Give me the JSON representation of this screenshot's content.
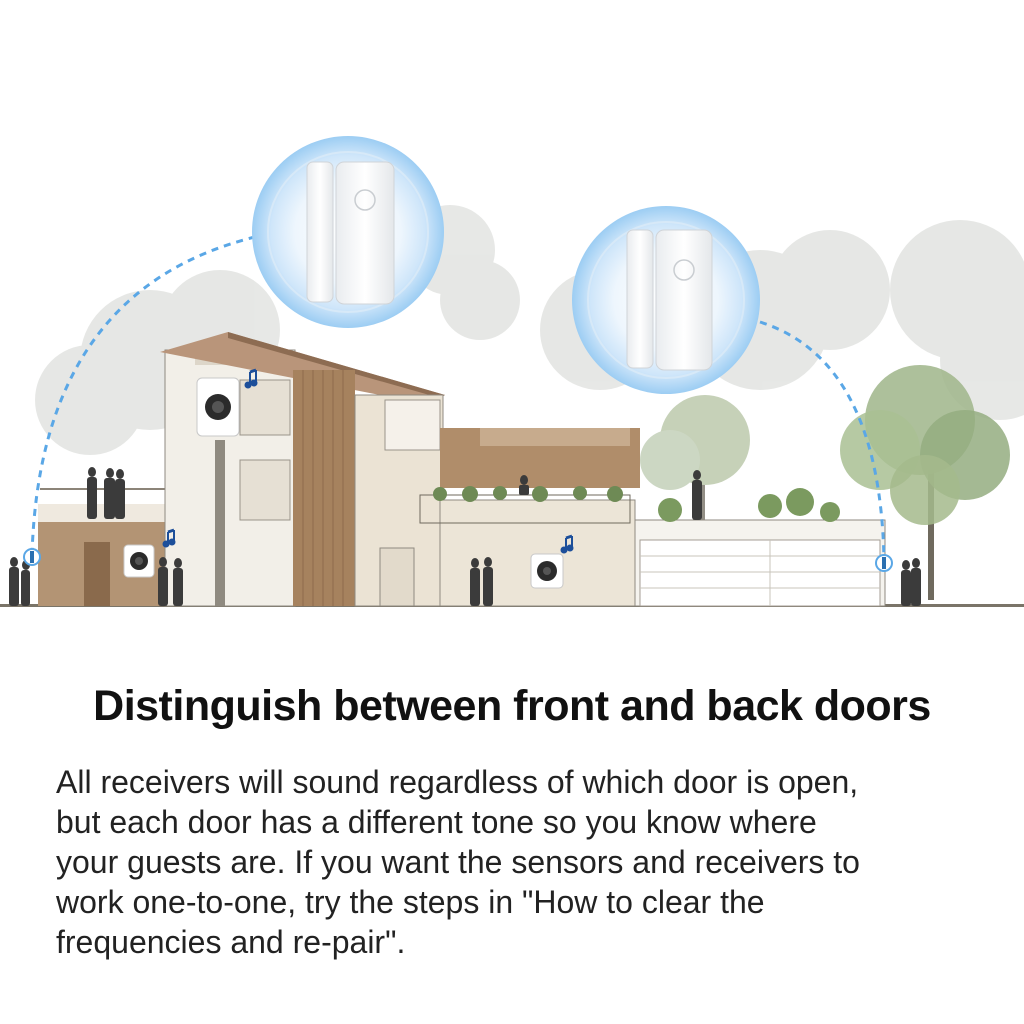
{
  "headline": "Distinguish between front and back doors",
  "description": {
    "lines": [
      "All receivers will sound regardless of which door is open,",
      "but each door has a different tone so you know where",
      "your guests are. If you want the sensors and receivers to",
      "work one-to-one, try the steps in \"How to clear the",
      "frequencies and re-pair\"."
    ]
  },
  "illustration": {
    "sensors": [
      "door-sensor-icon",
      "door-sensor-icon"
    ],
    "receivers": [
      "doorbell-receiver-icon",
      "doorbell-receiver-icon",
      "doorbell-receiver-icon"
    ],
    "sound_marks": [
      "music-note-icon",
      "music-note-icon",
      "music-note-icon"
    ]
  },
  "colors": {
    "accent_blue": "#5aa7e6",
    "glow_blue": "#cfe6fa",
    "wood": "#a7835f",
    "wall": "#e9e0d0"
  }
}
